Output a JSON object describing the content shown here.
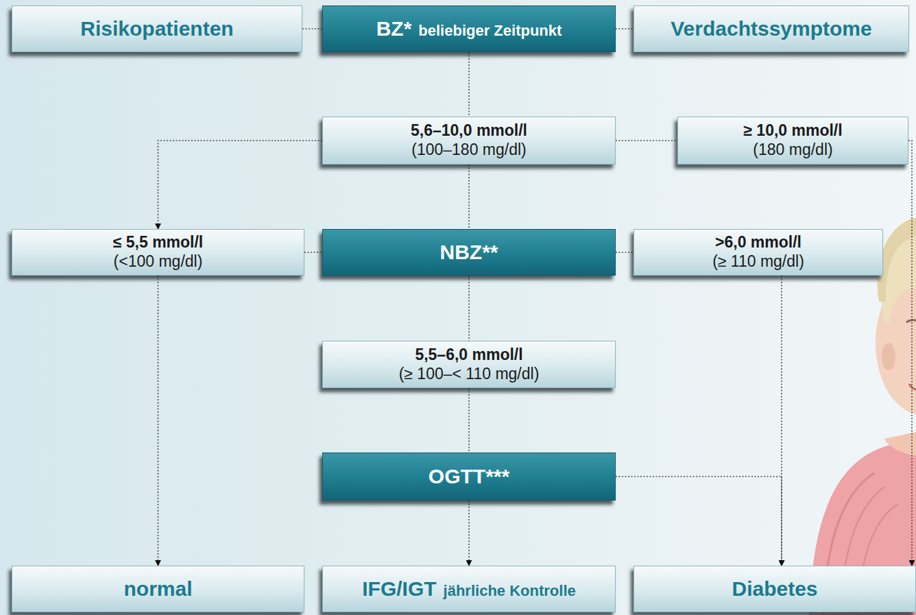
{
  "diagram": {
    "nodes": [
      {
        "text": [
          "Risikopatienten"
        ]
      },
      {
        "text": [
          "BZ*",
          "beliebiger Zeitpunkt"
        ]
      },
      {
        "text": [
          "Verdachtssymptome"
        ]
      },
      {
        "text": [
          "5,6–10,0 mmol/l",
          "(100–180 mg/dl)"
        ]
      },
      {
        "text": [
          "≥ 10,0 mmol/l",
          "(180 mg/dl)"
        ]
      },
      {
        "text": [
          "≤ 5,5 mmol/l",
          "(<100 mg/dl)"
        ]
      },
      {
        "text": [
          "NBZ**"
        ]
      },
      {
        "text": [
          ">6,0 mmol/l",
          "(≥ 110 mg/dl)"
        ]
      },
      {
        "text": [
          "5,5–6,0 mmol/l",
          "(≥ 100–< 110 mg/dl)"
        ]
      },
      {
        "text": [
          "OGTT***"
        ]
      },
      {
        "text": [
          "normal"
        ]
      },
      {
        "text": [
          "IFG/IGT",
          "jährliche Kontrolle"
        ]
      },
      {
        "text": [
          "Diabetes"
        ]
      }
    ],
    "edges": [
      {
        "from": 0,
        "to": 1,
        "arrow": "none"
      },
      {
        "from": 1,
        "to": 2,
        "arrow": "none"
      },
      {
        "from": 1,
        "to": 3,
        "arrow": "none"
      },
      {
        "from": 3,
        "to": 5,
        "arrow": "to"
      },
      {
        "from": 3,
        "to": 4,
        "arrow": "none"
      },
      {
        "from": 4,
        "to": 12,
        "arrow": "to"
      },
      {
        "from": 3,
        "to": 6,
        "arrow": "none"
      },
      {
        "from": 5,
        "to": 6,
        "arrow": "none"
      },
      {
        "from": 6,
        "to": 7,
        "arrow": "none"
      },
      {
        "from": 5,
        "to": 10,
        "arrow": "to"
      },
      {
        "from": 7,
        "to": 12,
        "arrow": "to"
      },
      {
        "from": 6,
        "to": 8,
        "arrow": "none"
      },
      {
        "from": 8,
        "to": 9,
        "arrow": "none"
      },
      {
        "from": 9,
        "to": 11,
        "arrow": "to"
      },
      {
        "from": 9,
        "to": 12,
        "arrow": "to"
      }
    ]
  }
}
